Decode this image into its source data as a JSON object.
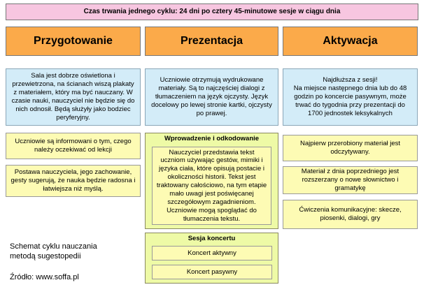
{
  "banner": "Czas trwania jednego cyklu: 24 dni po cztery 45-minutowe sesje w ciągu dnia",
  "columns": {
    "przygotowanie": {
      "title": "Przygotowanie",
      "description": "Sala jest dobrze oświetlona i przewietrzona, na ścianach wiszą plakaty z materiałem, który ma być nauczany. W czasie nauki, nauczyciel nie będzie się do nich odnosił. Będą służyły jako bodziec peryferyjny.",
      "steps": [
        "Uczniowie są informowani o tym, czego należy oczekiwać od lekcji",
        "Postawa nauczyciela, jego zachowanie, gesty sugerują, że nauka będzie radosna i łatwiejsza niż myślą."
      ]
    },
    "prezentacja": {
      "title": "Prezentacja",
      "description": "Uczniowie otrzymują wydrukowane materiały. Są to najczęściej dialogi z tłumaczeniem na język ojczysty. Język docelowy po lewej stronie kartki, ojczysty po prawej.",
      "intro_section": {
        "title": "Wprowadzenie i odkodowanie",
        "text": "Nauczyciel przedstawia tekst uczniom używając gestów, mimiki i języka ciała, które opisują postacie i okoliczności historii. Tekst jest traktowany całościowo, na tym etapie mało uwagi jest poświęcanej szczegółowym zagadnieniom. Uczniowie mogą spoglądać do tłumaczenia tekstu."
      },
      "concert_section": {
        "title": "Sesja koncertu",
        "items": [
          "Koncert aktywny",
          "Koncert pasywny"
        ]
      }
    },
    "aktywacja": {
      "title": "Aktywacja",
      "description": "Najdłuższa z sesji!\nNa miejsce następnego dnia lub do 48 godzin po koncercie pasywnym, może trwać do tygodnia przy prezentacji do 1700 jednostek leksykalnych",
      "steps": [
        "Najpierw przerobiony materiał jest odczytywany.",
        "Materiał z dnia poprzedniego jest rozszerzany o nowe słownictwo i gramatykę",
        "Ćwiczenia komunikacyjne: skecze, piosenki, dialogi, gry"
      ]
    }
  },
  "caption": {
    "line1": "Schemat cyklu nauczania",
    "line2": "metodą sugestopedii",
    "source": "Źródło: www.soffa.pl"
  },
  "colors": {
    "banner": "#f7c6e0",
    "header": "#fbaa4a",
    "description": "#d3ecf8",
    "step": "#fdfbb4",
    "section": "#eefaa6"
  }
}
